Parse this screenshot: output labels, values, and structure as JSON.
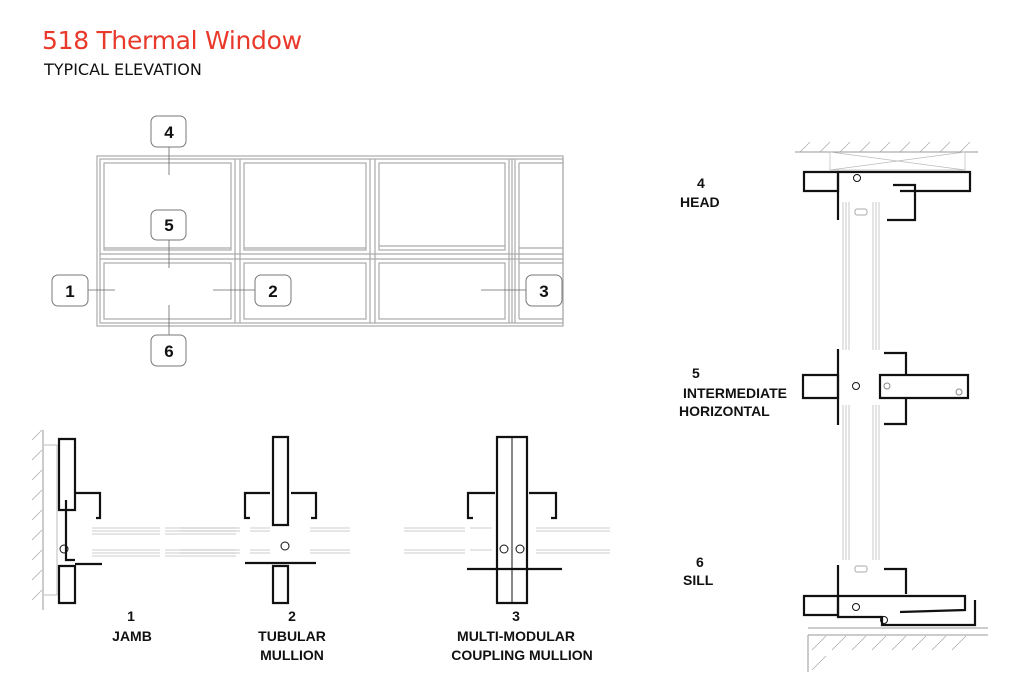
{
  "header": {
    "title": "518 Thermal Window",
    "subtitle": "TYPICAL ELEVATION"
  },
  "colors": {
    "title": "#e8392b",
    "text": "#111111",
    "frame": "#aaaaaa"
  },
  "elevation": {
    "callouts": [
      "1",
      "2",
      "3",
      "4",
      "5",
      "6"
    ]
  },
  "sections": [
    {
      "number": "1",
      "name": "JAMB"
    },
    {
      "number": "2",
      "name_line1": "TUBULAR",
      "name_line2": "MULLION"
    },
    {
      "number": "3",
      "name_line1": "MULTI-MODULAR",
      "name_line2": "COUPLING MULLION"
    },
    {
      "number": "4",
      "name": "HEAD"
    },
    {
      "number": "5",
      "name_line1": "INTERMEDIATE",
      "name_line2": "HORIZONTAL"
    },
    {
      "number": "6",
      "name": "SILL"
    }
  ]
}
